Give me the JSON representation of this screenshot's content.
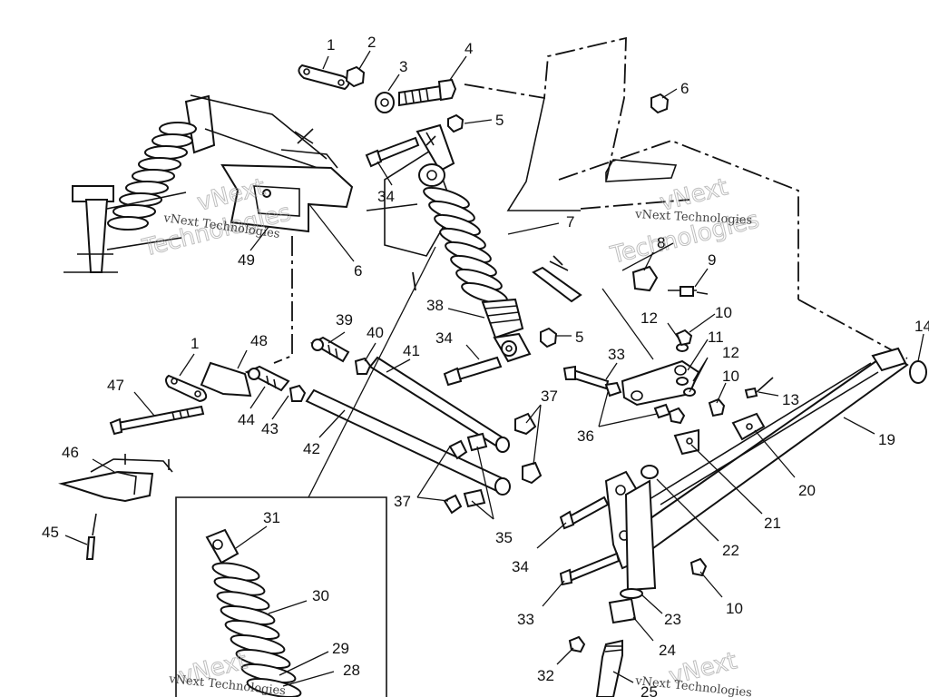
{
  "diagram": {
    "watermark_text": "vNext Technologies",
    "watermark_big_1": "vNext",
    "watermark_big_2": "Technologies",
    "callouts": {
      "c1a": "1",
      "c2": "2",
      "c3": "3",
      "c4": "4",
      "c5a": "5",
      "c6a": "6",
      "c34a": "34",
      "c7": "7",
      "c8": "8",
      "c9": "9",
      "c10a": "10",
      "c49": "49",
      "c6b": "6",
      "c38": "38",
      "c39": "39",
      "c40": "40",
      "c41": "41",
      "c34b": "34",
      "c5b": "5",
      "c14": "14",
      "c12a": "12",
      "c11": "11",
      "c12b": "12",
      "c10b": "10",
      "c1b": "1",
      "c48": "48",
      "c47": "47",
      "c44": "44",
      "c43": "43",
      "c42": "42",
      "c33a": "33",
      "c36": "36",
      "c37a": "37",
      "c13": "13",
      "c19": "19",
      "c20": "20",
      "c21": "21",
      "c46": "46",
      "c37b": "37",
      "c35": "35",
      "c34c": "34",
      "c22": "22",
      "c45": "45",
      "c33b": "33",
      "c10c": "10",
      "c23": "23",
      "c24": "24",
      "c32": "32",
      "c25": "25",
      "c31": "31",
      "c30": "30",
      "c29": "29",
      "c28": "28"
    }
  }
}
